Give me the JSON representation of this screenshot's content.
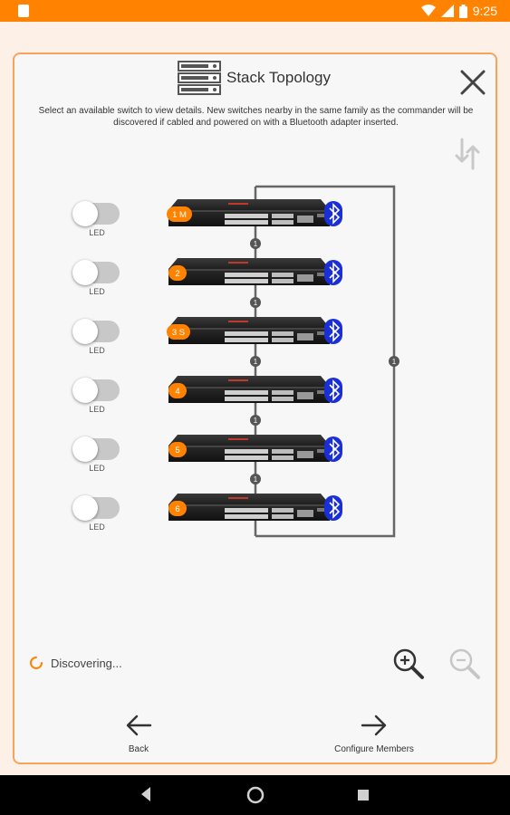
{
  "status_bar": {
    "time": "9:25"
  },
  "dialog": {
    "title": "Stack Topology",
    "description": "Select an available switch to view details. New switches nearby in the same family as the commander will be discovered if cabled and powered on with a Bluetooth adapter inserted."
  },
  "switches": [
    {
      "badge": "1 M",
      "led_label": "LED"
    },
    {
      "badge": "2",
      "led_label": "LED"
    },
    {
      "badge": "3 S",
      "led_label": "LED"
    },
    {
      "badge": "4",
      "led_label": "LED"
    },
    {
      "badge": "5",
      "led_label": "LED"
    },
    {
      "badge": "6",
      "led_label": "LED"
    }
  ],
  "links": {
    "label": "1"
  },
  "footer": {
    "status": "Discovering...",
    "back_label": "Back",
    "next_label": "Configure Members"
  },
  "colors": {
    "accent": "#ff8300",
    "bluetooth": "#1a2fd6",
    "cable": "#666666"
  }
}
